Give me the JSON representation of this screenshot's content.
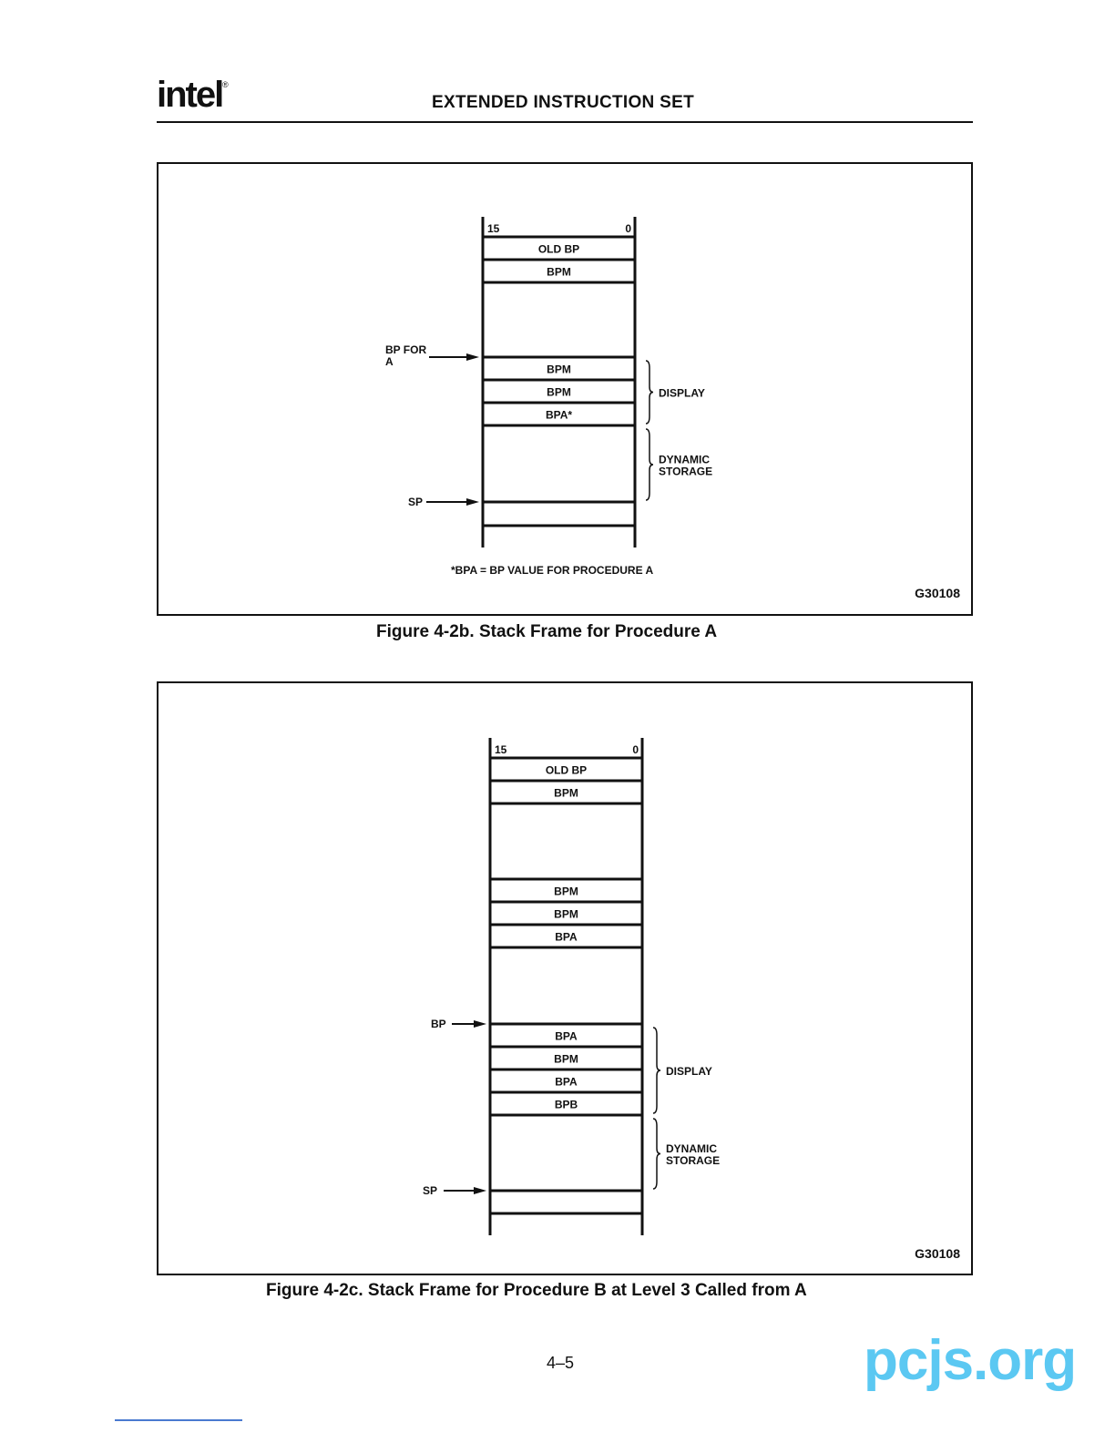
{
  "header": {
    "logo": "intel",
    "registered_mark": "®",
    "title": "EXTENDED INSTRUCTION SET"
  },
  "figure_b": {
    "bit_high": "15",
    "bit_low": "0",
    "cells": [
      "OLD BP",
      "BPM",
      "",
      "BPM",
      "BPM",
      "BPA*",
      "",
      ""
    ],
    "pointers": [
      {
        "label": "BP FOR\nA",
        "cell_index": 3
      },
      {
        "label": "SP",
        "cell_index": 7
      }
    ],
    "braces": [
      {
        "label": "DISPLAY",
        "from": 3,
        "to": 5
      },
      {
        "label": "DYNAMIC\nSTORAGE",
        "from": 6,
        "to": 6
      }
    ],
    "footnote": "*BPA = BP VALUE FOR PROCEDURE A",
    "code": "G30108",
    "caption": "Figure 4-2b.  Stack Frame for Procedure A"
  },
  "figure_c": {
    "bit_high": "15",
    "bit_low": "0",
    "cells": [
      "OLD BP",
      "BPM",
      "",
      "BPM",
      "BPM",
      "BPA",
      "",
      "BPA",
      "BPM",
      "BPA",
      "BPB",
      "",
      ""
    ],
    "pointers": [
      {
        "label": "BP",
        "cell_index": 7
      },
      {
        "label": "SP",
        "cell_index": 12
      }
    ],
    "braces": [
      {
        "label": "DISPLAY",
        "from": 7,
        "to": 10
      },
      {
        "label": "DYNAMIC\nSTORAGE",
        "from": 11,
        "to": 11
      }
    ],
    "code": "G30108",
    "caption": "Figure 4-2c.  Stack Frame for Procedure B at Level 3 Called from A"
  },
  "page_number": "4–5",
  "watermark": "pcjs.org"
}
